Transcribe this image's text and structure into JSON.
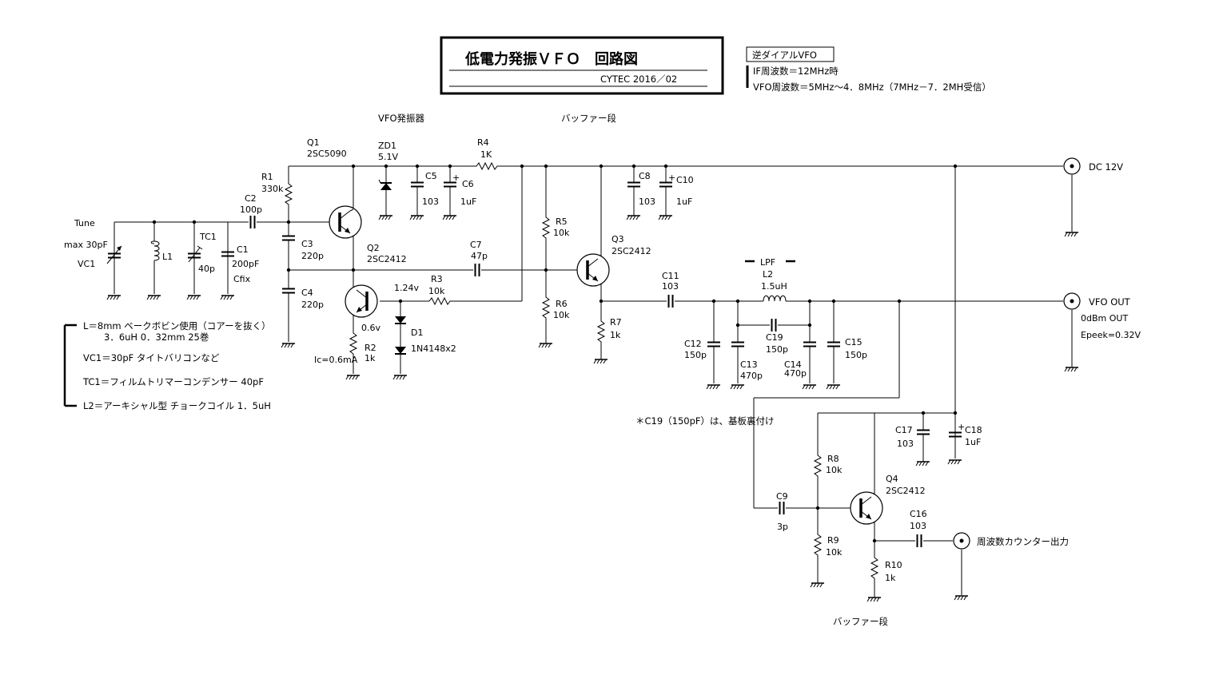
{
  "title": {
    "main": "低電力発振ＶＦＯ　回路図",
    "credit": "CYTEC  2016／02"
  },
  "info": {
    "tag": "逆ダイアルVFO",
    "line1": "IF周波数＝12MHz時",
    "line2": "VFO周波数＝5MHz～4．8MHz（7MHz－7．2MH受信）"
  },
  "sections": {
    "vfo_osc": "VFO発振器",
    "buffer1": "バッファー段",
    "buffer2": "バッファー段",
    "lpf": "LPF",
    "c19_note": "＊C19（150pF）は、基板裏付け"
  },
  "notes": [
    "L＝8mm  ベークボビン使用（コアーを抜く）",
    "3．6uH  0．32mm  25巻",
    "VC1＝30pF  タイトバリコンなど",
    "TC1＝フィルムトリマーコンデンサー  40pF",
    "L2＝アーキシャル型  チョークコイル  1．5uH"
  ],
  "ports": {
    "dc": "DC  12V",
    "vfo_out": "VFO  OUT",
    "vfo_out_level": "0dBm  OUT",
    "vfo_out_peak": "Epeek=0.32V",
    "counter": "周波数カウンター出力",
    "tune": "Tune"
  },
  "components": {
    "vc1": {
      "ref": "VC1",
      "value": "max 30pF"
    },
    "l1": {
      "ref": "L1"
    },
    "tc1": {
      "ref": "TC1",
      "value": "40p"
    },
    "c1": {
      "ref": "C1",
      "value": "200pF",
      "note": "Cfix"
    },
    "c2": {
      "ref": "C2",
      "value": "100p"
    },
    "r1": {
      "ref": "R1",
      "value": "330k"
    },
    "q1": {
      "ref": "Q1",
      "value": "2SC5090"
    },
    "zd1": {
      "ref": "ZD1",
      "value": "5.1V"
    },
    "c5": {
      "ref": "C5",
      "value": "103"
    },
    "c6": {
      "ref": "C6",
      "value": "1uF"
    },
    "r4": {
      "ref": "R4",
      "value": "1K"
    },
    "c3": {
      "ref": "C3",
      "value": "220p"
    },
    "c4": {
      "ref": "C4",
      "value": "220p"
    },
    "q2": {
      "ref": "Q2",
      "value": "2SC2412",
      "emitter_v": "0.6v",
      "current": "Ic=0.6mA"
    },
    "r2": {
      "ref": "R2",
      "value": "1k"
    },
    "r3": {
      "ref": "R3",
      "value": "10k",
      "volt": "1.24v"
    },
    "d1": {
      "ref": "D1",
      "value": "1N4148x2"
    },
    "c7": {
      "ref": "C7",
      "value": "47p"
    },
    "r5": {
      "ref": "R5",
      "value": "10k"
    },
    "r6": {
      "ref": "R6",
      "value": "10k"
    },
    "q3": {
      "ref": "Q3",
      "value": "2SC2412"
    },
    "r7": {
      "ref": "R7",
      "value": "1k"
    },
    "c8": {
      "ref": "C8",
      "value": "103"
    },
    "c10": {
      "ref": "C10",
      "value": "1uF"
    },
    "c11": {
      "ref": "C11",
      "value": "103"
    },
    "l2": {
      "ref": "L2",
      "value": "1.5uH"
    },
    "c12": {
      "ref": "C12",
      "value": "150p"
    },
    "c13": {
      "ref": "C13",
      "value": "470p"
    },
    "c14": {
      "ref": "C14",
      "value": "470p"
    },
    "c15": {
      "ref": "C15",
      "value": "150p"
    },
    "c19": {
      "ref": "C19",
      "value": "150p"
    },
    "c17": {
      "ref": "C17",
      "value": "103"
    },
    "c18": {
      "ref": "C18",
      "value": "1uF"
    },
    "r8": {
      "ref": "R8",
      "value": "10k"
    },
    "r9": {
      "ref": "R9",
      "value": "10k"
    },
    "c9": {
      "ref": "C9",
      "value": "3p"
    },
    "q4": {
      "ref": "Q4",
      "value": "2SC2412"
    },
    "c16": {
      "ref": "C16",
      "value": "103"
    },
    "r10": {
      "ref": "R10",
      "value": "1k"
    }
  }
}
